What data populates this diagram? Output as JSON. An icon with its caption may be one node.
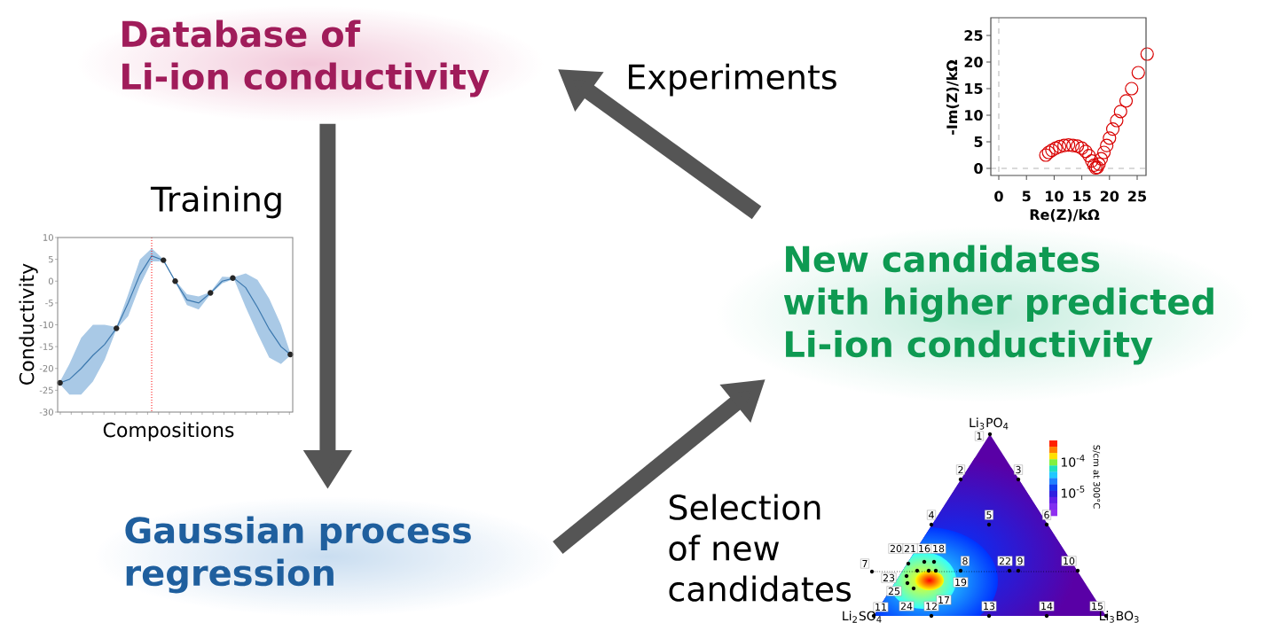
{
  "diagram": {
    "nodes": [
      {
        "text": [
          "Database of Li-ion conductivity"
        ]
      },
      {
        "text": [
          "Gaussian process regression"
        ]
      },
      {
        "text": [
          "New candidates with higher predicted Li-ion conductivity"
        ]
      }
    ],
    "edges": [
      {
        "from": 0,
        "to": 1,
        "arrow": "to",
        "label": "Training"
      },
      {
        "from": 1,
        "to": 2,
        "arrow": "to",
        "label": "Selection of new candidates"
      },
      {
        "from": 2,
        "to": 0,
        "arrow": "to",
        "label": "Experiments"
      }
    ],
    "labels": [
      "25",
      "20",
      "15",
      "10",
      "5",
      "0",
      "0",
      "5",
      "10",
      "15",
      "20",
      "25",
      "-Im(Z)/kΩ",
      "Re(Z)/kΩ",
      "10",
      "5",
      "0",
      "-5",
      "-10",
      "-15",
      "-20",
      "-25",
      "-30",
      "Conductivity",
      "Compositions",
      "Li$_{3}$PO$_{4}$",
      "S/cm at 300°C",
      "10$^{-4}$",
      "10$^{-5}$",
      "1",
      "2",
      "3",
      "4",
      "5",
      "6",
      "7",
      "8",
      "9",
      "10",
      "11",
      "12",
      "13",
      "14",
      "15",
      "16",
      "17",
      "18",
      "19",
      "20",
      "21",
      "22",
      "23",
      "24",
      "25",
      "Li$_{2}$SO$_{4}$",
      "Li$_{3}$BO$_{3}$"
    ]
  }
}
